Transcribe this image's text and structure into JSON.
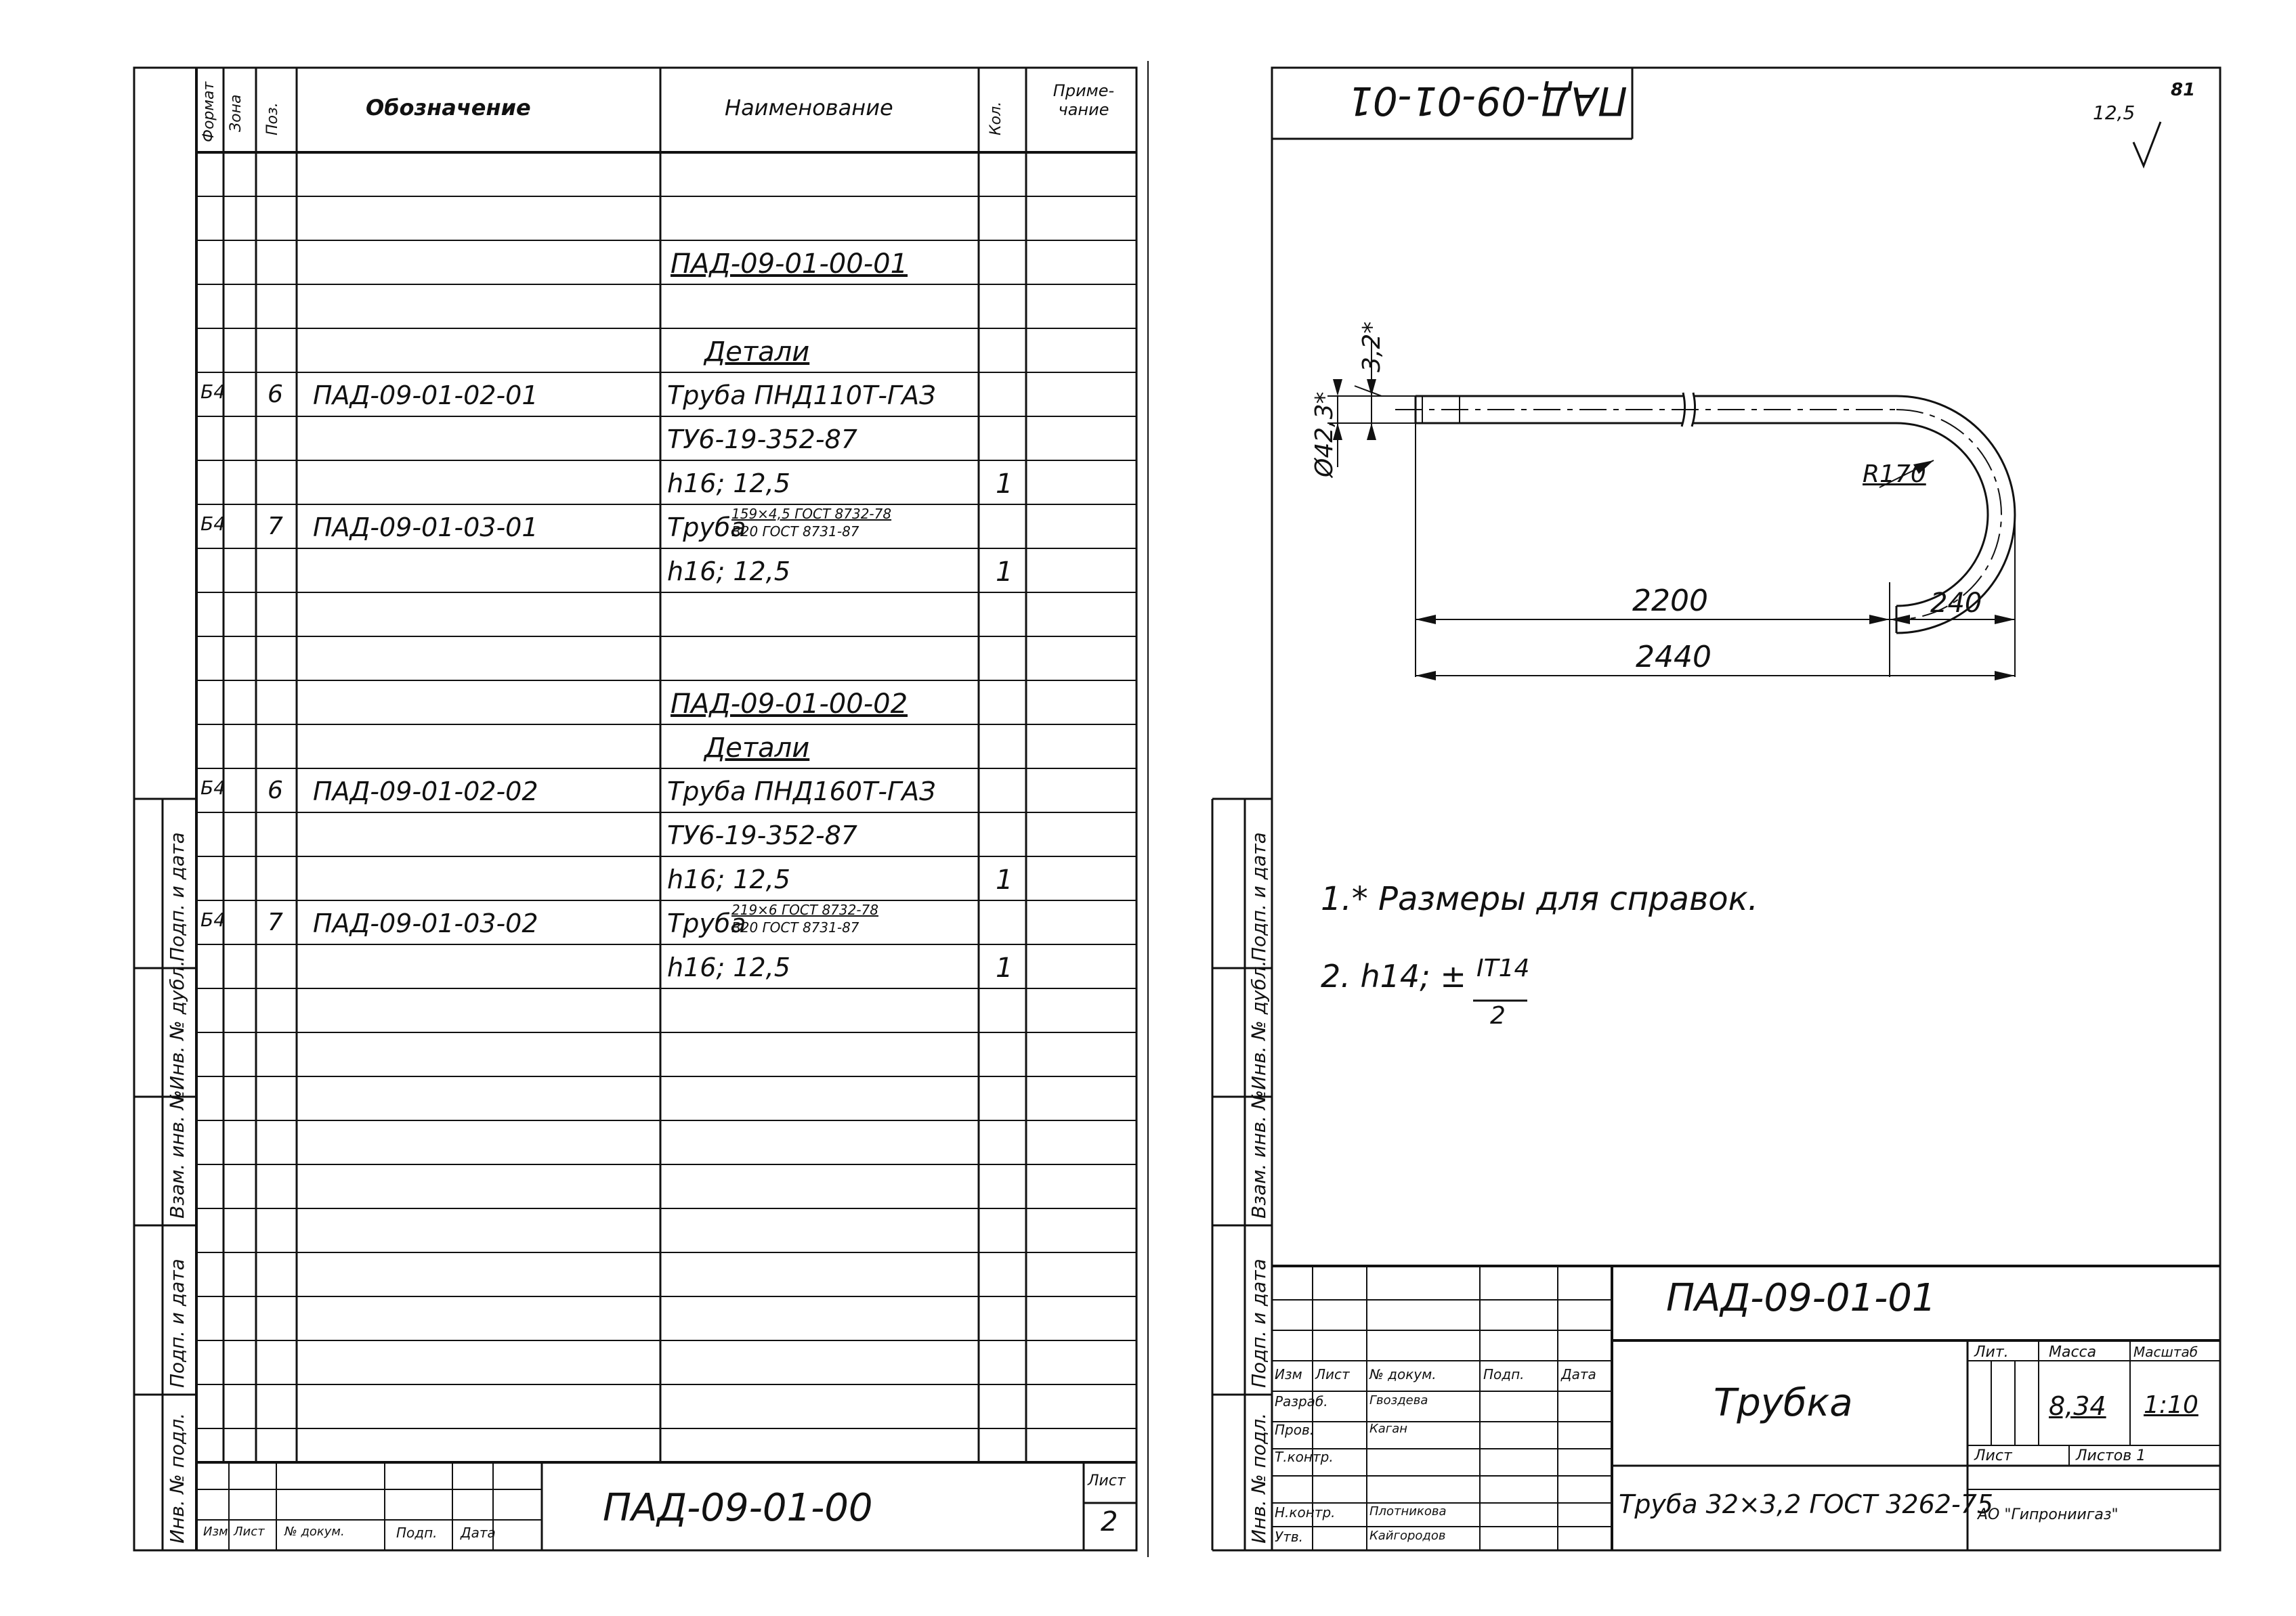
{
  "left_sheet": {
    "headers": {
      "format": "Формат",
      "zone": "Зона",
      "pos": "Поз.",
      "designation": "Обозначение",
      "name": "Наименование",
      "qty": "Кол.",
      "note": "Приме-чание"
    },
    "rows": [
      {
        "name": "ПАД-09-01-00-01"
      },
      {
        "name": "Детали"
      },
      {
        "format": "Б4",
        "pos": "6",
        "designation": "ПАД-09-01-02-01",
        "name": "Труба ПНД110Т-ГАЗ"
      },
      {
        "name": "ТУ6-19-352-87"
      },
      {
        "name": "h16; 12,5",
        "qty": "1"
      },
      {
        "format": "Б4",
        "pos": "7",
        "designation": "ПАД-09-01-03-01",
        "name": "Труба",
        "frac_top": "159×4,5 ГОСТ 8732-78",
        "frac_bottom": "В20 ГОСТ 8731-87"
      },
      {
        "name": "h16; 12,5",
        "qty": "1"
      },
      {
        "name": "ПАД-09-01-00-02"
      },
      {
        "name": "Детали"
      },
      {
        "format": "Б4",
        "pos": "6",
        "designation": "ПАД-09-01-02-02",
        "name": "Труба ПНД160Т-ГАЗ"
      },
      {
        "name": "ТУ6-19-352-87"
      },
      {
        "name": "h16; 12,5",
        "qty": "1"
      },
      {
        "format": "Б4",
        "pos": "7",
        "designation": "ПАД-09-01-03-02",
        "name": "Труба",
        "frac_top": "219×6 ГОСТ 8732-78",
        "frac_bottom": "В20 ГОСТ 8731-87"
      },
      {
        "name": "h16; 12,5",
        "qty": "1"
      }
    ],
    "side_labels": [
      "Подп. и дата",
      "Инв. № дубл.",
      "Взам. инв. №",
      "Подп. и дата",
      "Инв. № подл."
    ],
    "title_block": {
      "change": "Изм",
      "sheet": "Лист",
      "doc_no": "№ докум.",
      "sign": "Подп.",
      "date": "Дата",
      "designation": "ПАД-09-01-00",
      "sheet_label": "Лист",
      "sheet_no": "2"
    }
  },
  "right_sheet": {
    "top_stamp": "ПАД-09-01-01",
    "roughness": "12,5",
    "sheet_mark": "81",
    "dimensions": {
      "wall": "3,2*",
      "diameter": "Ø42,3*",
      "radius": "R170",
      "straight": "2200",
      "bend": "240",
      "total": "2440"
    },
    "notes": [
      "1.* Размеры для справок.",
      "2. h14; ±",
      "IT14",
      "2"
    ],
    "side_labels": [
      "Подп. и дата",
      "Инв. № дубл.",
      "Взам. инв. №",
      "Подп. и дата",
      "Инв. № подл."
    ],
    "title_block": {
      "designation": "ПАД-09-01-01",
      "part_name": "Трубка",
      "material": "Труба 32×3,2 ГОСТ 3262-75",
      "company": "АО \"Гипрониигаз\"",
      "lit": "Лит.",
      "mass": "Масса",
      "scale": "Масштаб",
      "mass_value": "8,34",
      "scale_value": "1:10",
      "sheet": "Лист",
      "sheets": "Листов 1",
      "header_cols": [
        "Изм",
        "Лист",
        "№ докум.",
        "Подп.",
        "Дата"
      ],
      "roles": [
        "Разраб.",
        "Пров.",
        "Т.контр.",
        "Н.контр.",
        "Утв."
      ],
      "names": [
        "Гвоздева",
        "Каган",
        "",
        "Плотникова",
        "Кайгородов"
      ]
    }
  }
}
